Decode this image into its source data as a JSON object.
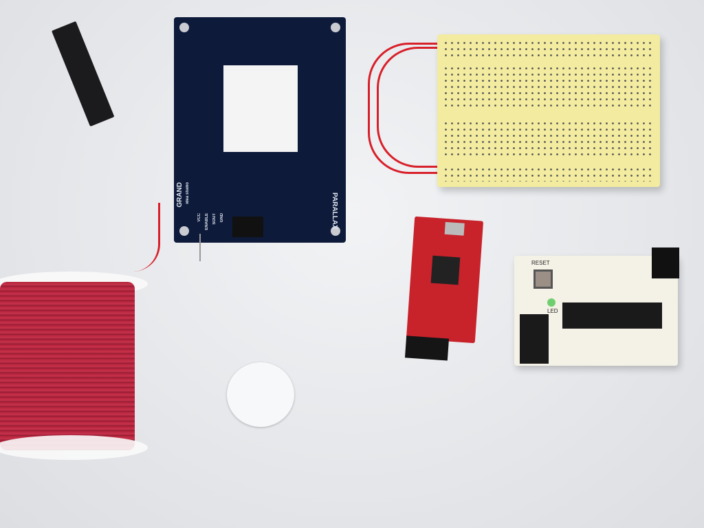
{
  "scene": {
    "rfid_board": {
      "brand": "GRAND",
      "sub": "idea studio",
      "maker": "PARALLAX",
      "pins": [
        "VCC",
        "ENABLE",
        "SOUT",
        "GND"
      ]
    },
    "arduino_board": {
      "button": "RESET",
      "led": "LED"
    },
    "colors": {
      "wire": "#d8202a",
      "rfid": "#0d1a3a",
      "breadboard": "#f2eba0",
      "ftdi": "#c8222b",
      "spool": "#b0213a"
    }
  }
}
